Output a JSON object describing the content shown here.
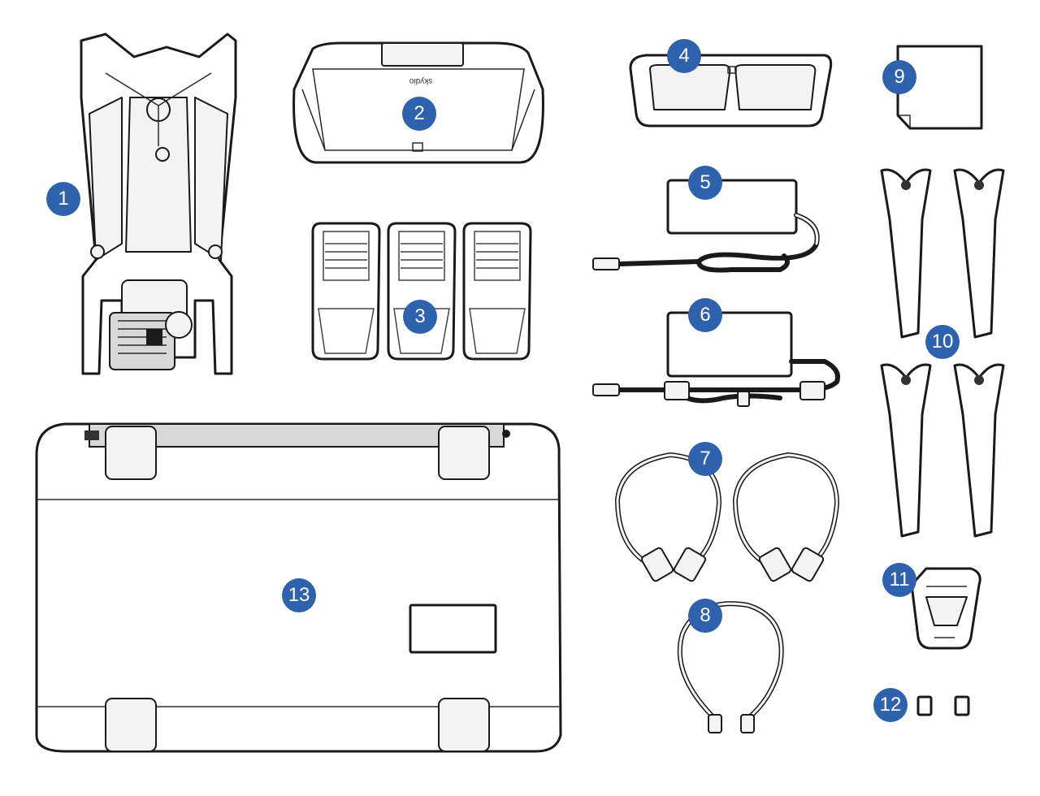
{
  "figure": {
    "callout_color": "#2f62ad",
    "items": [
      {
        "number": "1",
        "icon": "drone-folded-icon"
      },
      {
        "number": "2",
        "icon": "remote-controller-icon"
      },
      {
        "number": "3",
        "icon": "battery-icon"
      },
      {
        "number": "4",
        "icon": "battery-charging-hub-icon"
      },
      {
        "number": "5",
        "icon": "power-adapter-icon"
      },
      {
        "number": "6",
        "icon": "power-adapter-large-icon"
      },
      {
        "number": "7",
        "icon": "cable-pair-icon"
      },
      {
        "number": "8",
        "icon": "usb-c-cable-icon"
      },
      {
        "number": "9",
        "icon": "cleaning-cloth-icon"
      },
      {
        "number": "10",
        "icon": "propellers-icon"
      },
      {
        "number": "11",
        "icon": "gimbal-protector-icon"
      },
      {
        "number": "12",
        "icon": "memory-card-icon"
      },
      {
        "number": "13",
        "icon": "carrying-case-icon"
      }
    ]
  }
}
